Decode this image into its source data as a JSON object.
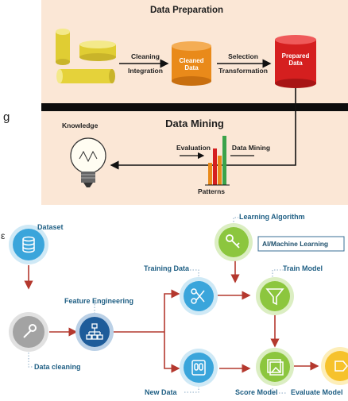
{
  "left_fragments": {
    "top": "g",
    "bottom": "ε"
  },
  "data_preparation": {
    "title": "Data Preparation",
    "step1_label": "Cleaning",
    "step2_label": "Integration",
    "cleaned_data": "Cleaned Data",
    "step3_label": "Selection",
    "step4_label": "Transformation",
    "prepared_data": "Prepared Data"
  },
  "data_mining": {
    "title": "Data Mining",
    "knowledge_label": "Knowledge",
    "evaluation_label": "Evaluation",
    "mining_label": "Data Mining",
    "patterns_label": "Patterns"
  },
  "ml_workflow": {
    "dataset": "Dataset",
    "data_cleaning": "Data cleaning",
    "feature_engineering": "Feature Engineering",
    "training_data": "Training Data",
    "new_data": "New Data",
    "learning_algorithm": "Learning Algorithm",
    "ai_ml_box": "AI/Machine Learning",
    "train_model": "Train Model",
    "score_model": "Score Model",
    "evaluate_model": "Evaluate Model"
  },
  "colors": {
    "panel_bg": "#fbe7d6",
    "cylinder_yellow": "#e7d53a",
    "cylinder_orange": "#e98a1a",
    "cylinder_red": "#d51f1f",
    "arrow_red": "#b4382e",
    "node_blue": "#3aa5db",
    "node_gray": "#a3a3a3",
    "node_navy": "#1e5c9a",
    "node_green": "#8cc63e",
    "node_yellow": "#f6c22c"
  },
  "icons": [
    "database-icon",
    "wrench-icon",
    "hierarchy-icon",
    "scissors-icon",
    "document-icon",
    "key-icon",
    "funnel-icon",
    "image-icon",
    "tag-icon",
    "lightbulb-icon"
  ]
}
